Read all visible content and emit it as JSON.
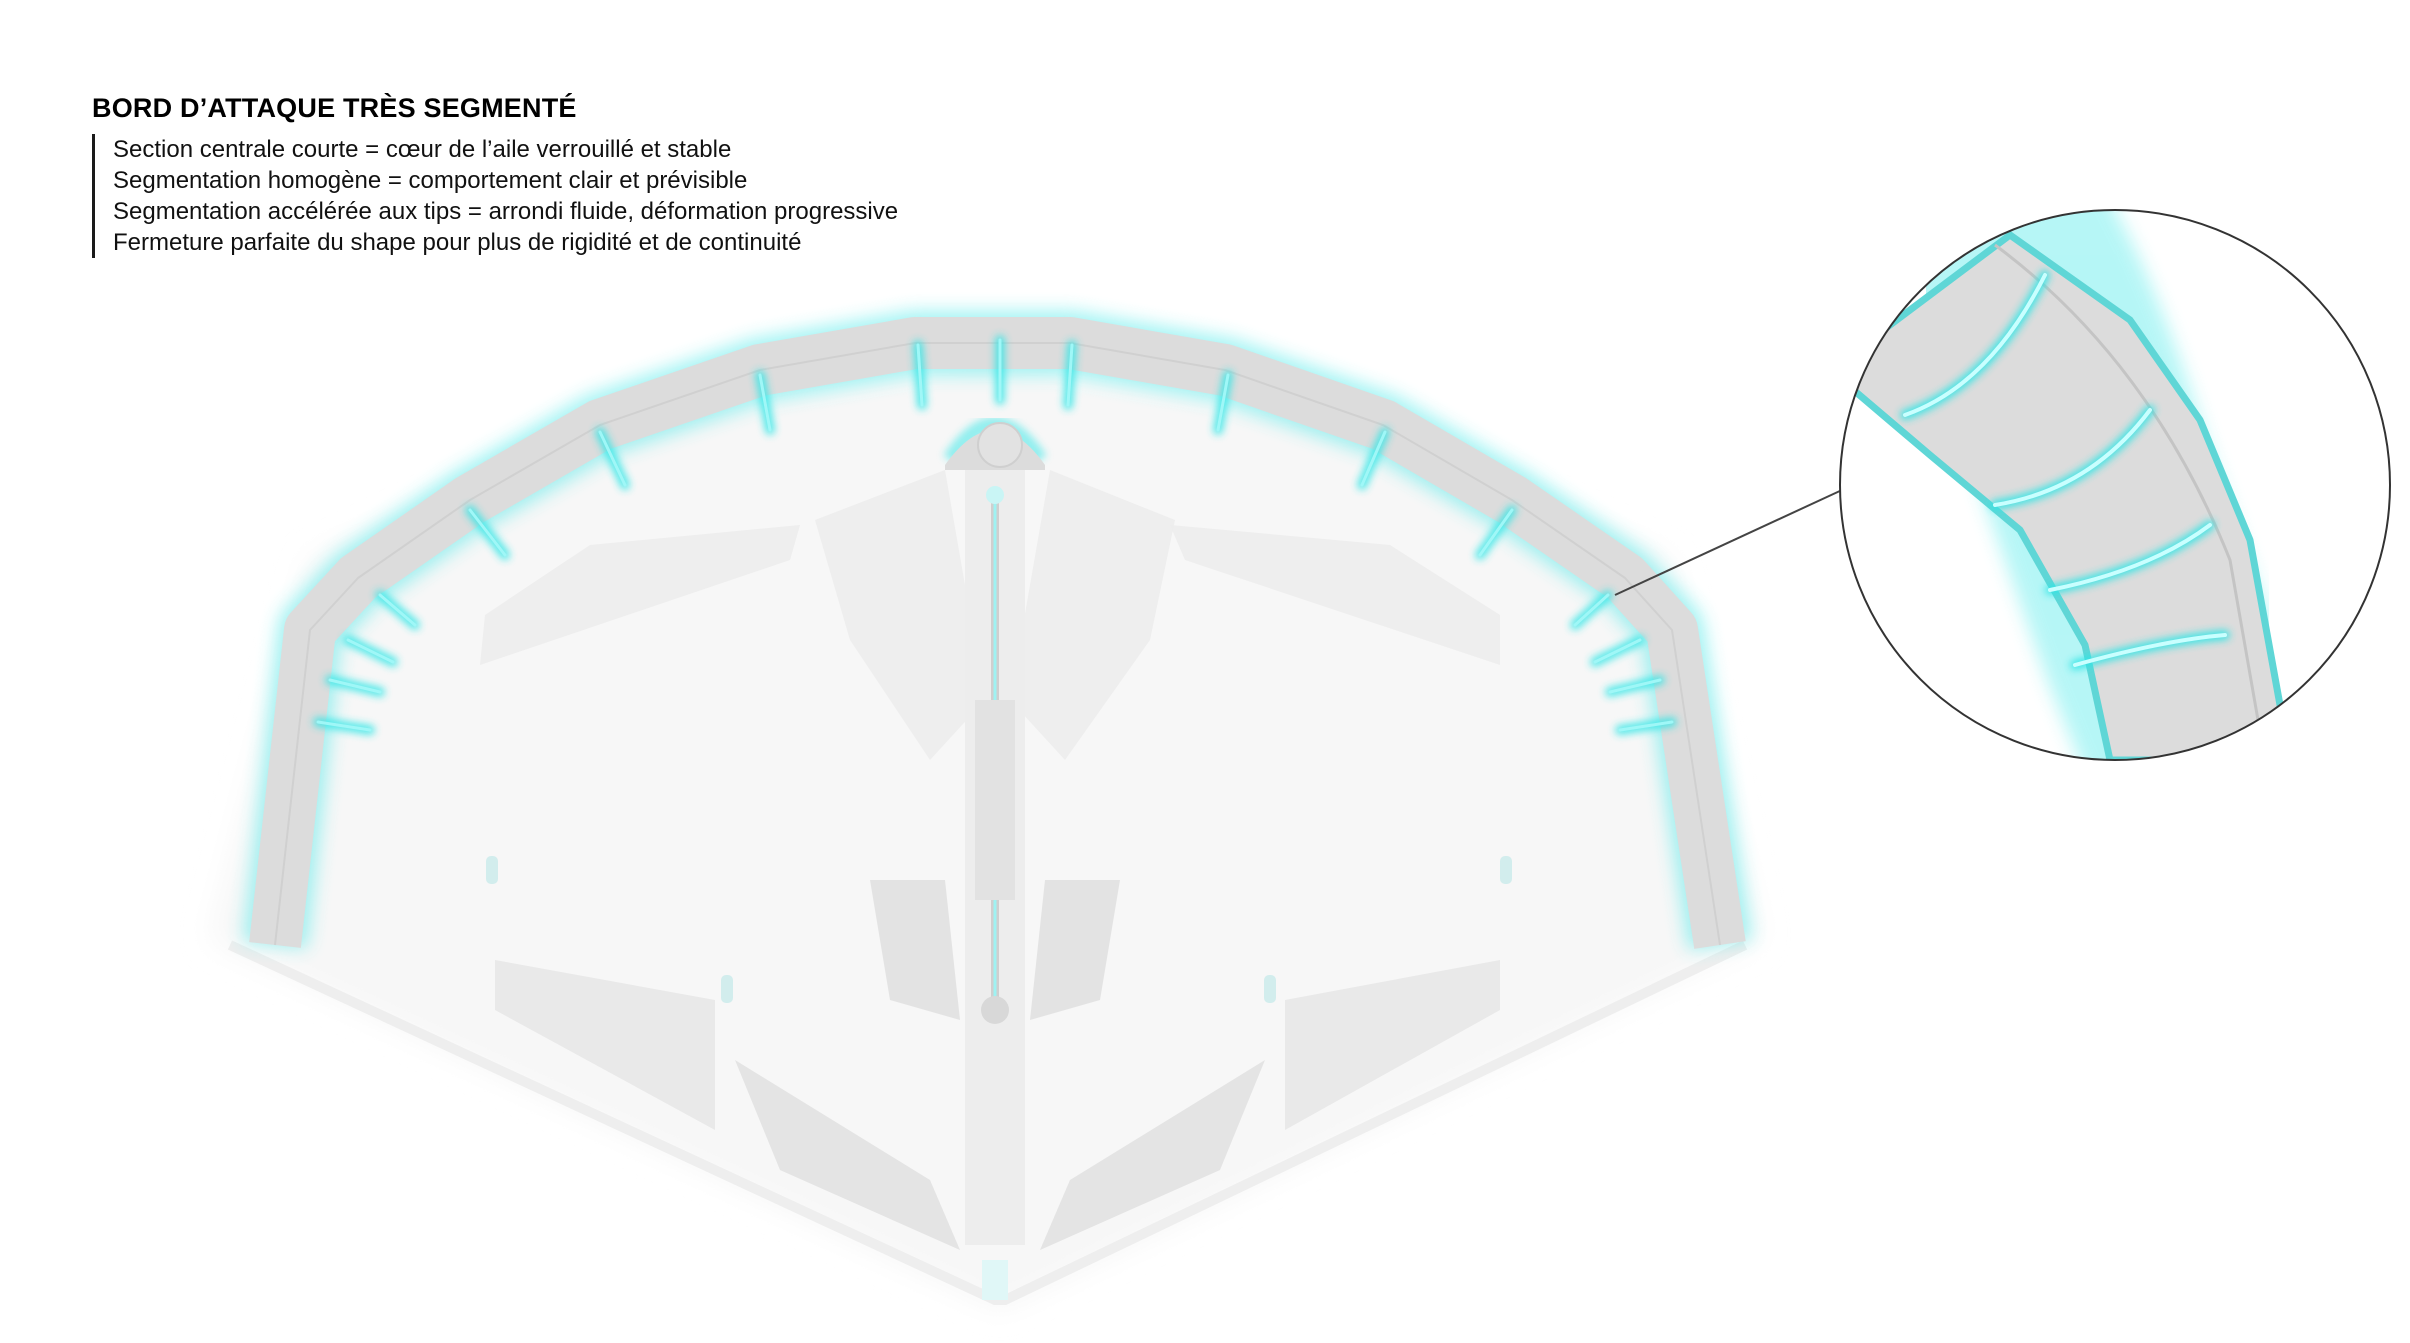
{
  "heading": "BORD D’ATTAQUE TRÈS SEGMENTÉ",
  "bullets": [
    "Section centrale courte = cœur de l’aile verrouillé et stable",
    "Segmentation homogène = comportement clair et prévisible",
    "Segmentation accélérée aux tips = arrondi fluide, déformation progressive",
    "Fermeture parfaite du shape pour plus de rigidité et de continuité"
  ],
  "colors": {
    "accent": "#2ee6e6",
    "tube": "#dcdcdc",
    "canopy": "#f4f4f4",
    "panel": "#e6e6e6",
    "text": "#111111"
  }
}
